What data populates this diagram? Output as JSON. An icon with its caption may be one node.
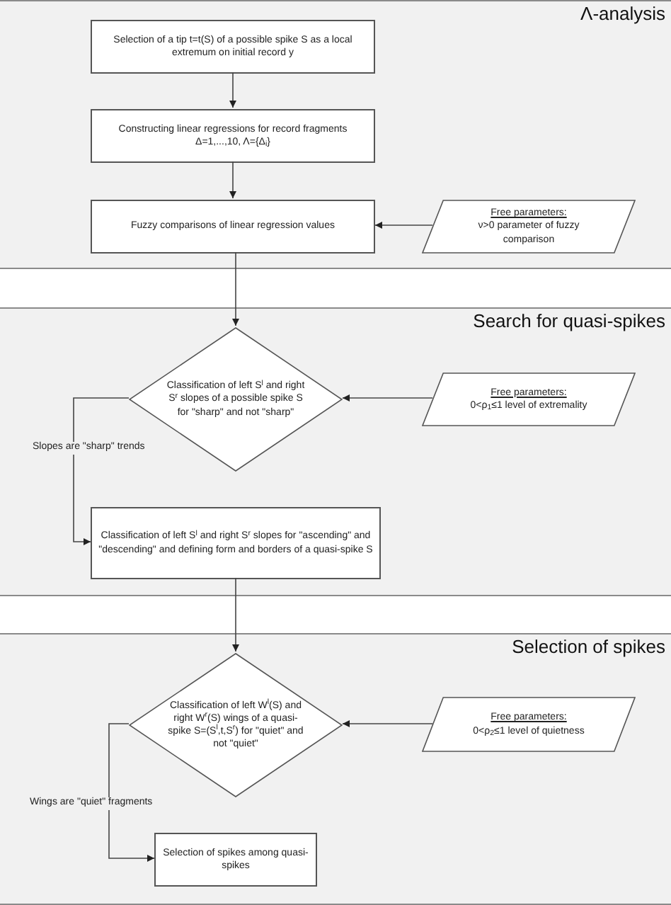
{
  "diagram": {
    "nodes": [
      {
        "text": [
          "Λ-analysis"
        ]
      },
      {
        "text": [
          "Selection of a tip t=t(S) of a possible spike S as a local extremum on initial record y"
        ],
        "in": 0
      },
      {
        "text": [
          "Constructing linear regressions for record fragments Δ=1,...,10, Λ={Δ$_{i}$}"
        ],
        "in": 0
      },
      {
        "text": [
          "Fuzzy comparisons of linear regression values"
        ],
        "in": 0
      },
      {
        "text": [
          "Free parameters:",
          "ν>0 parameter of fuzzy comparison"
        ],
        "in": 0
      },
      {
        "text": [
          "Search for quasi-spikes"
        ]
      },
      {
        "text": [
          "Classification of left S$^{l}$ and right S$^{r}$ slopes of a possible spike S for \"sharp\" and not \"sharp\""
        ],
        "in": 5
      },
      {
        "text": [
          "Free parameters:",
          "0<ρ$_{1}$≤1 level of extremality"
        ],
        "in": 5
      },
      {
        "text": [
          "Classification of left S$^{l}$ and right S$^{r}$ slopes for \"ascending\" and \"descending\" and defining form and borders of a quasi-spike S"
        ],
        "in": 5
      },
      {
        "text": [
          "Selection of spikes"
        ]
      },
      {
        "text": [
          "Classification of left W$^{l}$(S) and right W$^{r}$(S) wings of a quasi-spike S=(S$^{l}$,t,S$^{r}$) for \"quiet\" and not \"quiet\""
        ],
        "in": 9
      },
      {
        "text": [
          "Free parameters:",
          "0<ρ$_{2}$≤1 level of quietness"
        ],
        "in": 9
      },
      {
        "text": [
          "Selection of spikes among quasi-spikes"
        ],
        "in": 9
      }
    ],
    "edges": [
      {
        "from": 1,
        "to": 2,
        "arrow": "to"
      },
      {
        "from": 2,
        "to": 3,
        "arrow": "to"
      },
      {
        "from": 4,
        "to": 3,
        "arrow": "to"
      },
      {
        "from": 3,
        "to": 6,
        "arrow": "to"
      },
      {
        "from": 7,
        "to": 6,
        "arrow": "to"
      },
      {
        "from": 6,
        "to": 8,
        "arrow": "to",
        "label": "Slopes are \"sharp\" trends"
      },
      {
        "from": 8,
        "to": 10,
        "arrow": "to"
      },
      {
        "from": 11,
        "to": 10,
        "arrow": "to"
      },
      {
        "from": 10,
        "to": 12,
        "arrow": "to",
        "label": "Wings are \"quiet\" fragments"
      }
    ]
  }
}
